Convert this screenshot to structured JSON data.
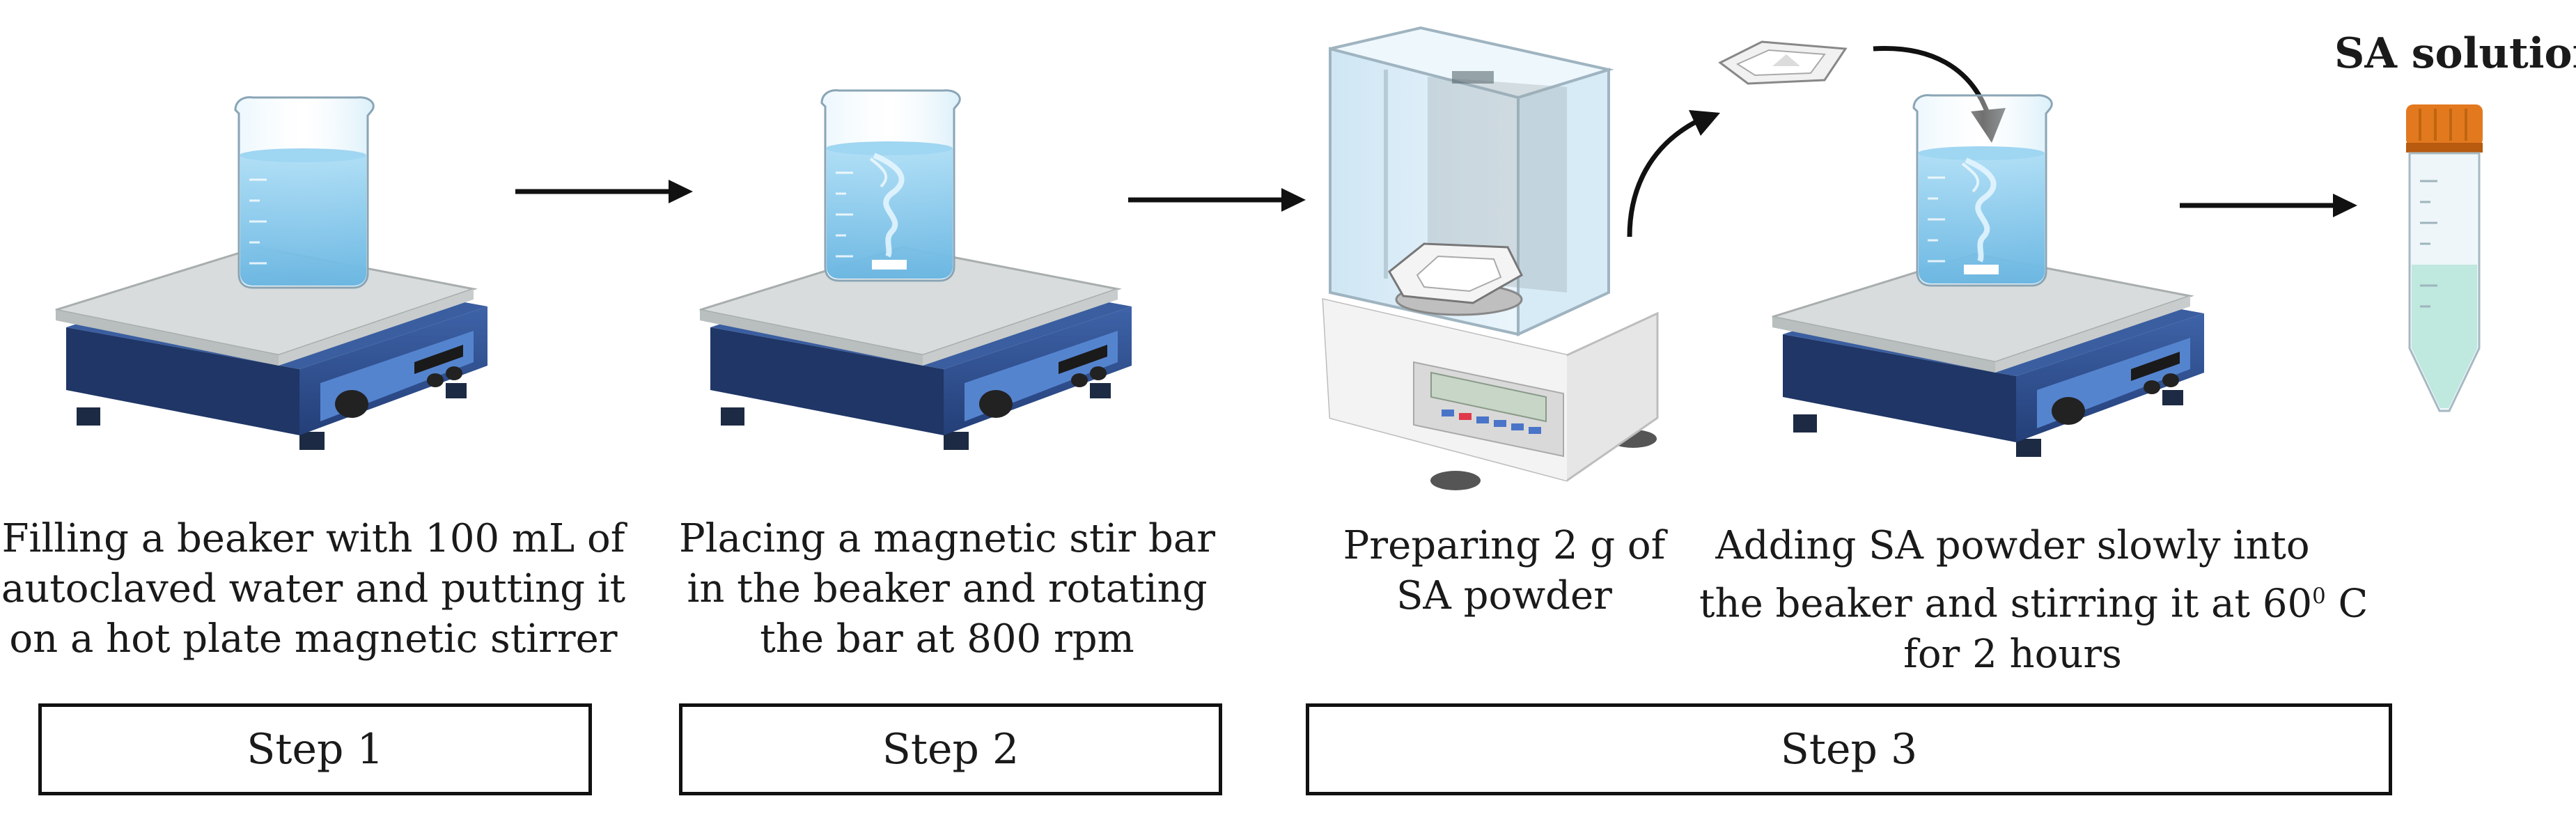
{
  "captions": {
    "step1": [
      "Filling a beaker with 100 mL of",
      "autoclaved water and putting it",
      "on a hot plate magnetic stirrer"
    ],
    "step2": [
      "Placing a magnetic stir bar",
      "in the beaker and rotating",
      "the bar at 800 rpm"
    ],
    "step3a": [
      "Preparing 2 g of",
      "SA powder"
    ],
    "step3b": {
      "line1": "Adding SA powder slowly into",
      "line2_pre": "the beaker and stirring it at 60",
      "line2_sup": "0",
      "line2_post": " C",
      "line3": "for 2 hours"
    }
  },
  "steps": [
    "Step 1",
    "Step 2",
    "Step 3"
  ],
  "sa_solution_label": "SA solution",
  "colors": {
    "stirrer_body": "#2f4f8f",
    "stirrer_panel": "#4a78c0",
    "hotplate_top": "#dcdcdc",
    "beaker_water": "#7fc4ea",
    "tube_cap": "#e2791f",
    "tube_liquid": "#bfe8df",
    "balance_body": "#e8e8e8",
    "arrow": "#111111"
  },
  "icons": [
    "hot-plate-stirrer-icon",
    "beaker-icon",
    "analytical-balance-icon",
    "weighing-boat-icon",
    "conical-tube-icon",
    "arrow-right-icon",
    "curved-arrow-icon"
  ]
}
